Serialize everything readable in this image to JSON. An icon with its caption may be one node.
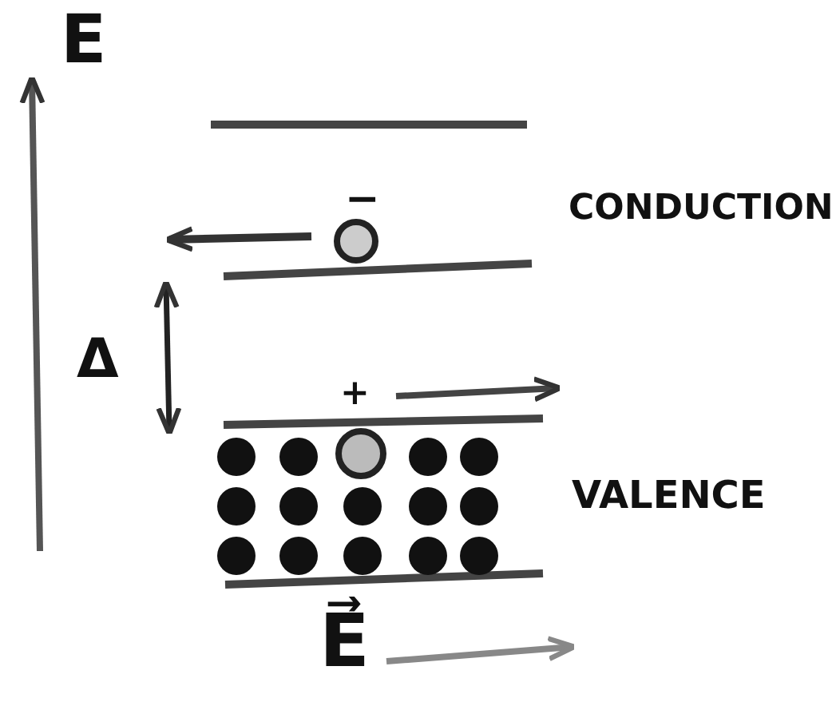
{
  "diagram": {
    "labels": [
      "E",
      "CONDUCTION",
      "−",
      "Δ",
      "+",
      "VALENCE",
      "E⃗"
    ]
  }
}
